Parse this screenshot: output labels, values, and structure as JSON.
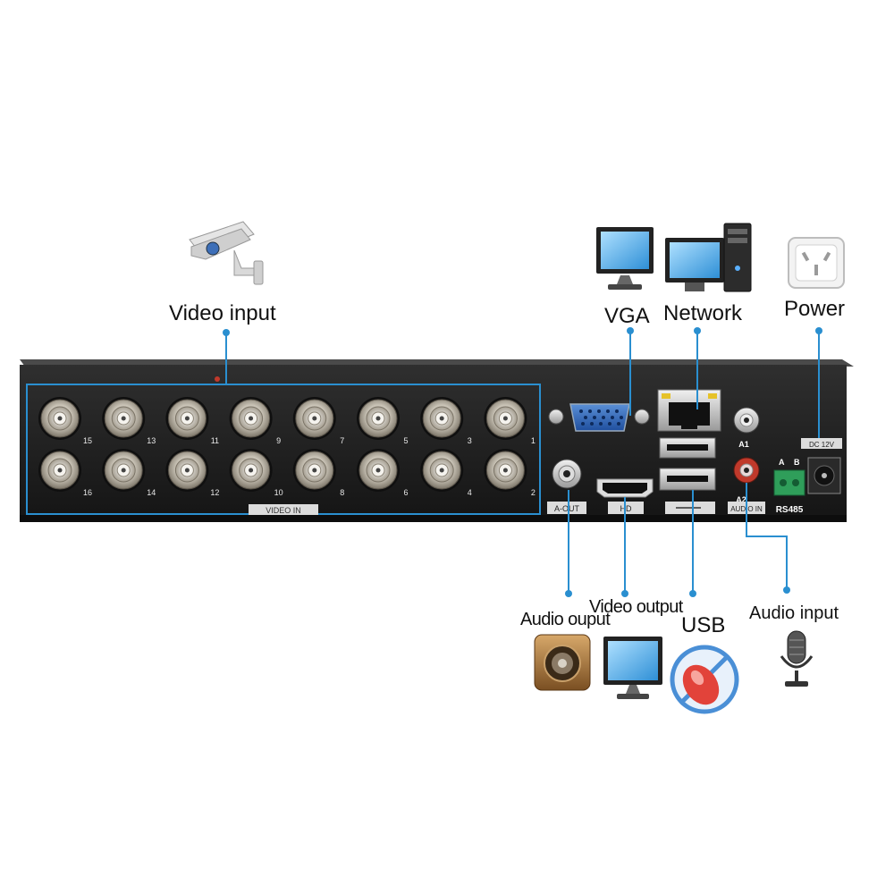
{
  "labels": {
    "video_input": "Video input",
    "vga": "VGA",
    "network": "Network",
    "power": "Power",
    "audio_output": "Audio ouput",
    "video_output": "Video output",
    "usb": "USB",
    "audio_input": "Audio input"
  },
  "panel": {
    "video_in": "VIDEO IN",
    "a_out": "A-OUT",
    "hd": "HD",
    "a1": "A1",
    "a2": "A2",
    "audio_in": "AUDIO IN",
    "rs485": "RS485",
    "terminal_a": "A",
    "terminal_b": "B",
    "dc": "DC 12V",
    "channels_top": [
      "15",
      "13",
      "11",
      "9",
      "7",
      "5",
      "3",
      "1"
    ],
    "channels_bottom": [
      "16",
      "14",
      "12",
      "10",
      "8",
      "6",
      "4",
      "2"
    ]
  },
  "colors": {
    "callout": "#2a8fd0",
    "chassis": "#1f1f1f",
    "chassis_top": "#3a3a3a"
  },
  "icons": [
    "cctv-camera-icon",
    "monitor-icon",
    "desktop-computer-icon",
    "power-socket-icon",
    "speaker-icon",
    "monitor-icon",
    "mouse-icon",
    "microphone-icon"
  ]
}
